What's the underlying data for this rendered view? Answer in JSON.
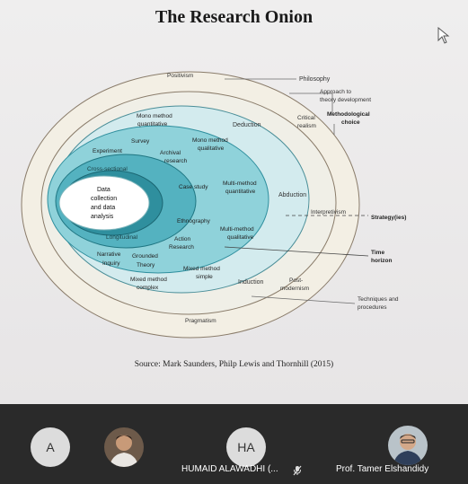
{
  "slide": {
    "title": "The Research Onion",
    "source": "Source: Mark Saunders, Philp Lewis and Thornhill (2015)",
    "layers": {
      "positivism": "Positivism",
      "philosophy": "Philosophy",
      "approach_line1": "Approach to",
      "approach_line2": "theory development",
      "methodological_line1": "Methodological",
      "methodological_line2": "choice",
      "critical_realism_line1": "Critical",
      "critical_realism_line2": "realism",
      "deduction": "Deduction",
      "mono_quant_line1": "Mono method",
      "mono_quant_line2": "quantitative",
      "survey": "Survey",
      "mono_qual_line1": "Mono method",
      "mono_qual_line2": "qualitative",
      "experiment": "Experiment",
      "archival_line1": "Archival",
      "archival_line2": "research",
      "cross_sectional": "Cross-sectional",
      "data_line1": "Data",
      "data_line2": "collection",
      "data_line3": "and data",
      "data_line4": "analysis",
      "case_study": "Case study",
      "multi_quant_line1": "Multi-method",
      "multi_quant_line2": "quantitative",
      "abduction": "Abduction",
      "interpretivism": "Interpretivism",
      "strategies": "Strategy(ies)",
      "ethnography": "Ethnography",
      "multi_qual_line1": "Multi-method",
      "multi_qual_line2": "qualitative",
      "longitudinal": "Longitudinal",
      "action_line1": "Action",
      "action_line2": "Research",
      "narrative_line1": "Narrative",
      "narrative_line2": "Inquiry",
      "grounded_line1": "Grounded",
      "grounded_line2": "Theory",
      "mixed_simple_line1": "Mixed method",
      "mixed_simple_line2": "simple",
      "time_line1": "Time",
      "time_line2": "horizon",
      "mixed_complex_line1": "Mixed method",
      "mixed_complex_line2": "complex",
      "induction": "Induction",
      "postmod_line1": "Post-",
      "postmod_line2": "modernism",
      "techniques_line1": "Techniques and",
      "techniques_line2": "procedures",
      "pragmatism": "Pragmatism"
    }
  },
  "participants": [
    {
      "initials": "A",
      "name": ""
    },
    {
      "initials": "",
      "name": ""
    },
    {
      "initials": "HA",
      "name": "HUMAID ALAWADHI (..."
    },
    {
      "initials": "",
      "name": "Prof. Tamer Elshandidy"
    }
  ],
  "colors": {
    "meet_bar": "#2a2a2a",
    "ring_outer": "#f3efe4",
    "ring_choice": "#d3ebee",
    "ring_strategy": "#8fd2da",
    "ring_time": "#54b2c0",
    "ring_core": "#2f8f9e"
  }
}
